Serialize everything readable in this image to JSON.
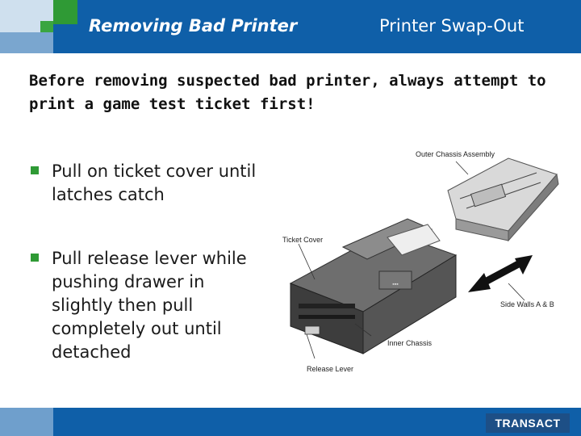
{
  "header": {
    "title": "Removing Bad Printer",
    "section": "Printer Swap-Out"
  },
  "intro": "Before removing suspected bad printer, always attempt to print a game test ticket first!",
  "bullets": [
    "Pull on ticket cover until latches catch",
    "Pull release lever while pushing drawer in slightly then pull completely out until detached"
  ],
  "figure": {
    "labels": {
      "outer_chassis": "Outer Chassis Assembly",
      "ticket_cover": "Ticket Cover",
      "side_walls": "Side Walls A & B",
      "inner_chassis": "Inner Chassis",
      "release_lever": "Release Lever"
    }
  },
  "footer": {
    "logo_text": "TRANSACT"
  },
  "colors": {
    "brand_blue": "#0f5fa8",
    "accent_green": "#2f9a35"
  }
}
